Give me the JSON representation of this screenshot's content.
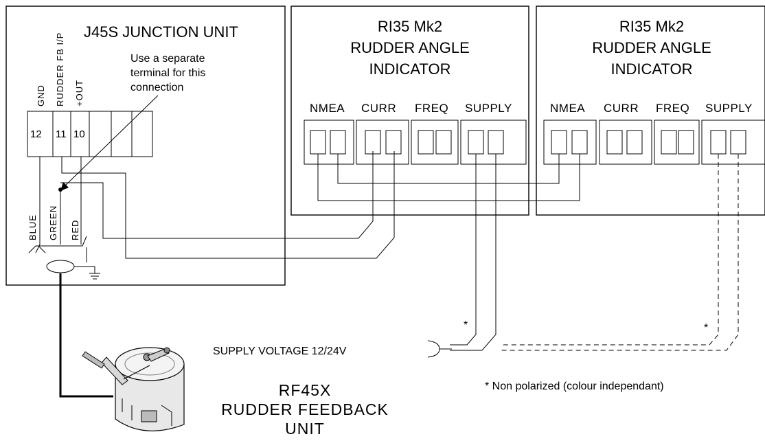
{
  "junction_unit": {
    "title": "J45S JUNCTION UNIT",
    "terminal_labels": [
      "GND",
      "RUDDER FB I/P",
      "+OUT"
    ],
    "terminal_numbers": [
      "12",
      "11",
      "10"
    ],
    "note_line1": "Use a separate",
    "note_line2": "terminal for this",
    "note_line3": "connection",
    "wire_labels": [
      "BLUE",
      "GREEN",
      "RED"
    ]
  },
  "indicators": [
    {
      "title_line1": "RI35 Mk2",
      "title_line2": "RUDDER ANGLE",
      "title_line3": "INDICATOR",
      "sections": [
        "NMEA",
        "CURR",
        "FREQ",
        "SUPPLY"
      ]
    },
    {
      "title_line1": "RI35 Mk2",
      "title_line2": "RUDDER ANGLE",
      "title_line3": "INDICATOR",
      "sections": [
        "NMEA",
        "CURR",
        "FREQ",
        "SUPPLY"
      ]
    }
  ],
  "supply_label": "SUPPLY VOLTAGE 12/24V",
  "asterisk": "*",
  "footnote": "*  Non polarized (colour independant)",
  "feedback_unit": {
    "line1": "RF45X",
    "line2": "RUDDER FEEDBACK",
    "line3": "UNIT"
  }
}
